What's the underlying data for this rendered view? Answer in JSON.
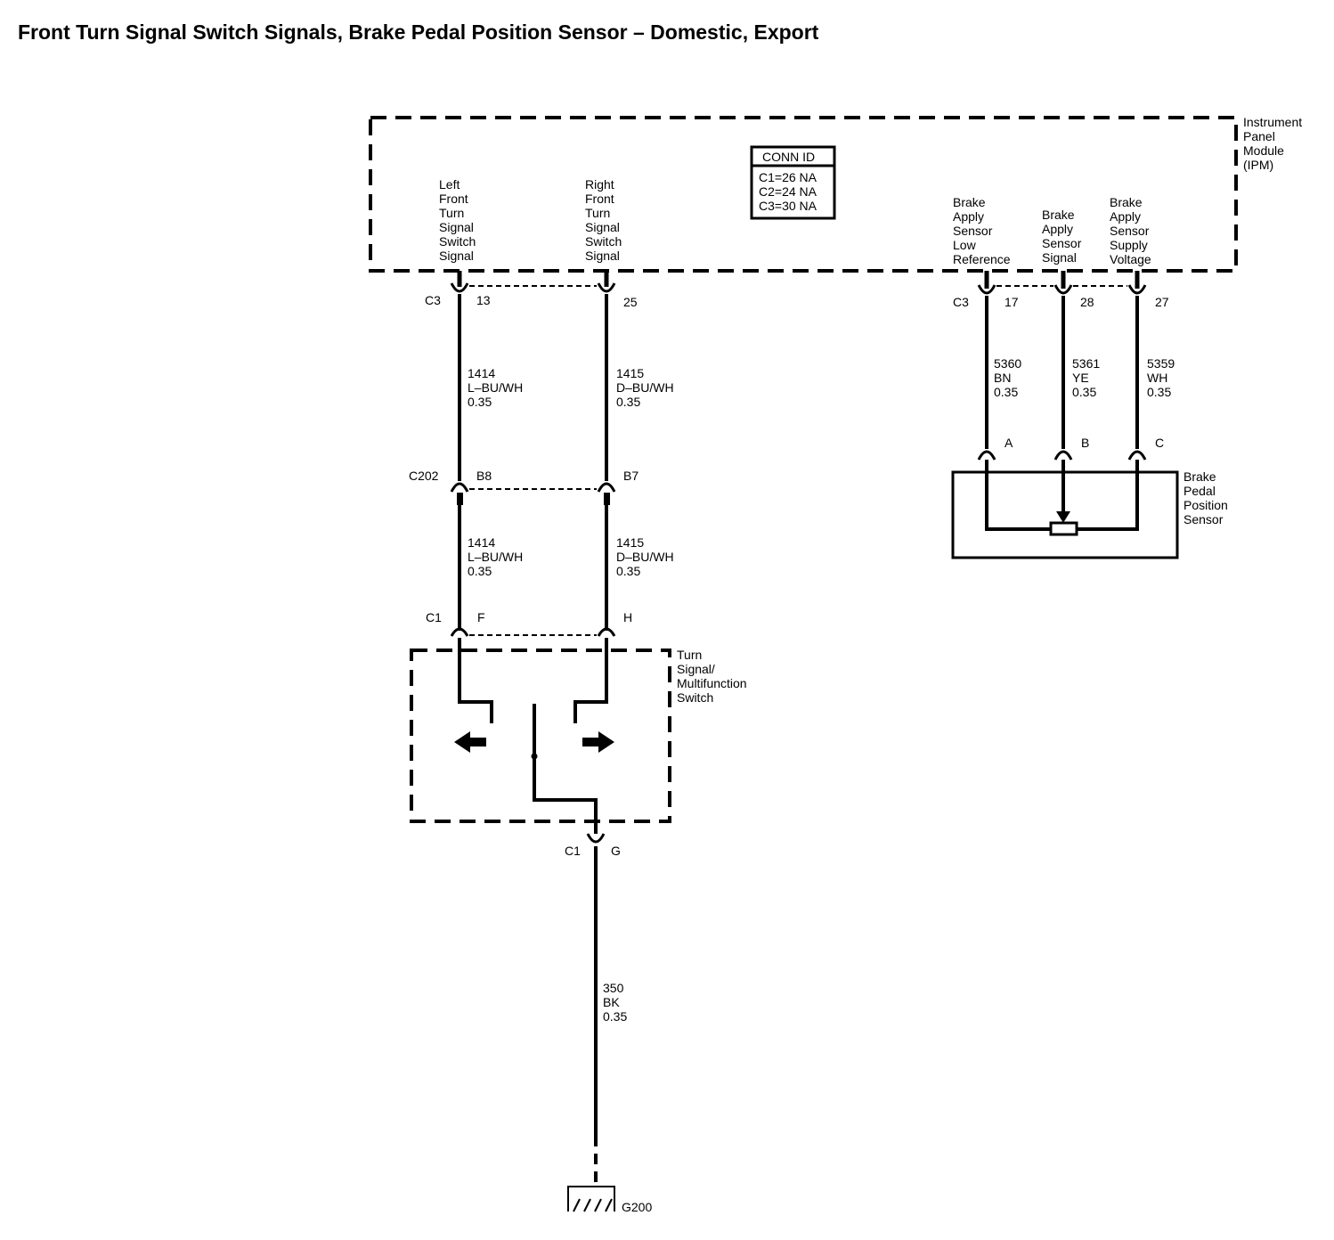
{
  "title": "Front Turn Signal Switch Signals, Brake Pedal Position Sensor – Domestic, Export",
  "ipm": {
    "name": [
      "Instrument",
      "Panel",
      "Module",
      "(IPM)"
    ],
    "conn_id": {
      "header": "CONN ID",
      "lines": [
        "C1=26 NA",
        "C2=24 NA",
        "C3=30 NA"
      ]
    },
    "pin_labels": {
      "left_front": [
        "Left",
        "Front",
        "Turn",
        "Signal",
        "Switch",
        "Signal"
      ],
      "right_front": [
        "Right",
        "Front",
        "Turn",
        "Signal",
        "Switch",
        "Signal"
      ],
      "low_ref": [
        "Brake",
        "Apply",
        "Sensor",
        "Low",
        "Reference"
      ],
      "signal": [
        "Brake",
        "Apply",
        "Sensor",
        "Signal"
      ],
      "supply": [
        "Brake",
        "Apply",
        "Sensor",
        "Supply",
        "Voltage"
      ]
    }
  },
  "connectors": {
    "ipm_left": {
      "name": "C3",
      "pin1": "13",
      "pin2": "25"
    },
    "ipm_right": {
      "name": "C3",
      "pin1": "17",
      "pin2": "28",
      "pin3": "27"
    },
    "inline": {
      "name": "C202",
      "pin1": "B8",
      "pin2": "B7"
    },
    "switch_top": {
      "name": "C1",
      "pin1": "F",
      "pin2": "H"
    },
    "switch_bottom": {
      "name": "C1",
      "pin": "G"
    },
    "sensor": {
      "pin1": "A",
      "pin2": "B",
      "pin3": "C"
    }
  },
  "wires": {
    "w1414_upper": [
      "1414",
      "L–BU/WH",
      "0.35"
    ],
    "w1415_upper": [
      "1415",
      "D–BU/WH",
      "0.35"
    ],
    "w1414_lower": [
      "1414",
      "L–BU/WH",
      "0.35"
    ],
    "w1415_lower": [
      "1415",
      "D–BU/WH",
      "0.35"
    ],
    "w5360": [
      "5360",
      "BN",
      "0.35"
    ],
    "w5361": [
      "5361",
      "YE",
      "0.35"
    ],
    "w5359": [
      "5359",
      "WH",
      "0.35"
    ],
    "w350": [
      "350",
      "BK",
      "0.35"
    ]
  },
  "components": {
    "sensor": [
      "Brake",
      "Pedal",
      "Position",
      "Sensor"
    ],
    "switch": [
      "Turn",
      "Signal/",
      "Multifunction",
      "Switch"
    ],
    "ground": "G200"
  }
}
